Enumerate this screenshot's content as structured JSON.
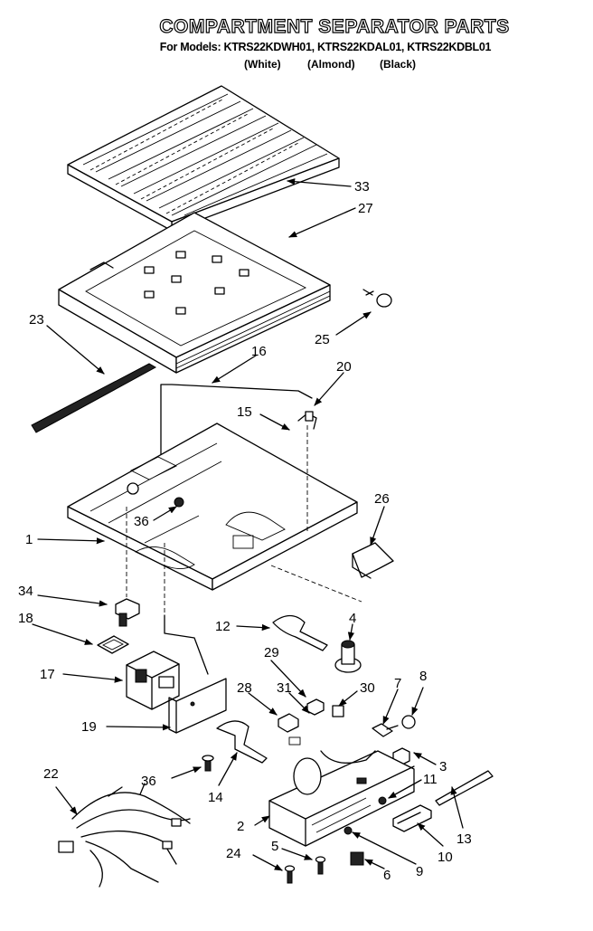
{
  "header": {
    "title": "COMPARTMENT SEPARATOR PARTS",
    "models": "For Models: KTRS22KDWH01, KTRS22KDAL01, KTRS22KDBL01",
    "colors": [
      "(White)",
      "(Almond)",
      "(Black)"
    ]
  },
  "callouts": {
    "p33": "33",
    "p27": "27",
    "p23": "23",
    "p25": "25",
    "p16": "16",
    "p20": "20",
    "p15": "15",
    "p26": "26",
    "p36a": "36",
    "p1": "1",
    "p34": "34",
    "p18": "18",
    "p12": "12",
    "p4": "4",
    "p17": "17",
    "p29": "29",
    "p28": "28",
    "p31": "31",
    "p30": "30",
    "p7": "7",
    "p8": "8",
    "p19": "19",
    "p3": "3",
    "p11": "11",
    "p22": "22",
    "p36b": "36",
    "p14": "14",
    "p2": "2",
    "p13": "13",
    "p5": "5",
    "p24": "24",
    "p10": "10",
    "p9": "9",
    "p6": "6"
  }
}
